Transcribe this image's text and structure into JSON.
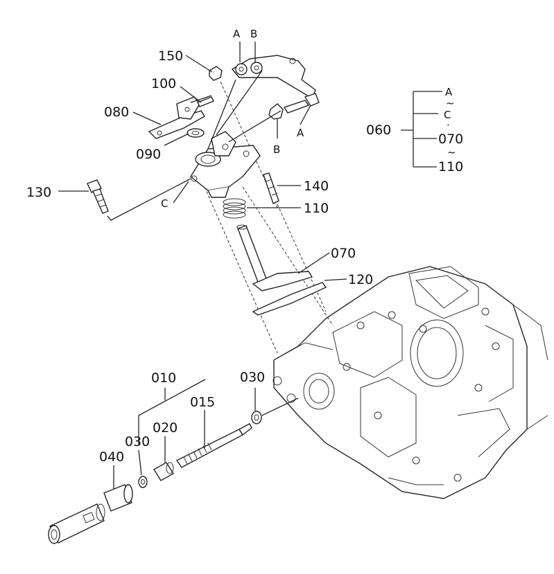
{
  "labels": {
    "p150": "150",
    "p100": "100",
    "p080": "080",
    "p090": "090",
    "p130": "130",
    "p140": "140",
    "p110": "110",
    "p070": "070",
    "p120": "120",
    "p060": "060",
    "p010": "010",
    "p015": "015",
    "p020": "020",
    "p030a": "030",
    "p030b": "030",
    "p040": "040",
    "refA1": "A",
    "refB1": "B",
    "refA2": "A",
    "refB2": "B",
    "refC": "C"
  },
  "group060": {
    "items": [
      "A",
      "~",
      "C",
      "·",
      "070",
      "~",
      "110"
    ]
  }
}
